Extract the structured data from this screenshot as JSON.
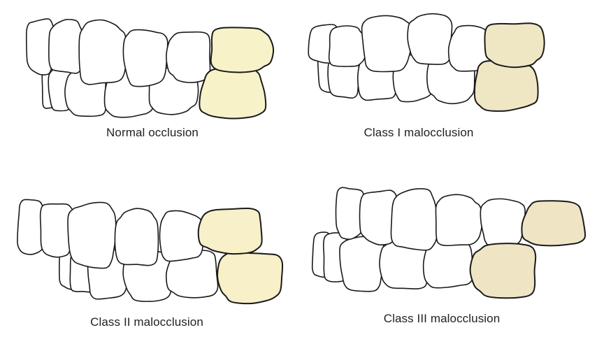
{
  "captions": {
    "normal": "Normal occlusion",
    "class1": "Class I malocclusion",
    "class2": "Class II malocclusion",
    "class3": "Class III malocclusion"
  },
  "colors": {
    "outline": "#1a1a1a",
    "tooth_fill": "#ffffff",
    "normal_molar_fill": "#f7f2c8",
    "class1_molar_fill": "#efe6c4",
    "class2_molar_fill": "#f7f0c8",
    "class3_molar_fill": "#efe4c4"
  }
}
